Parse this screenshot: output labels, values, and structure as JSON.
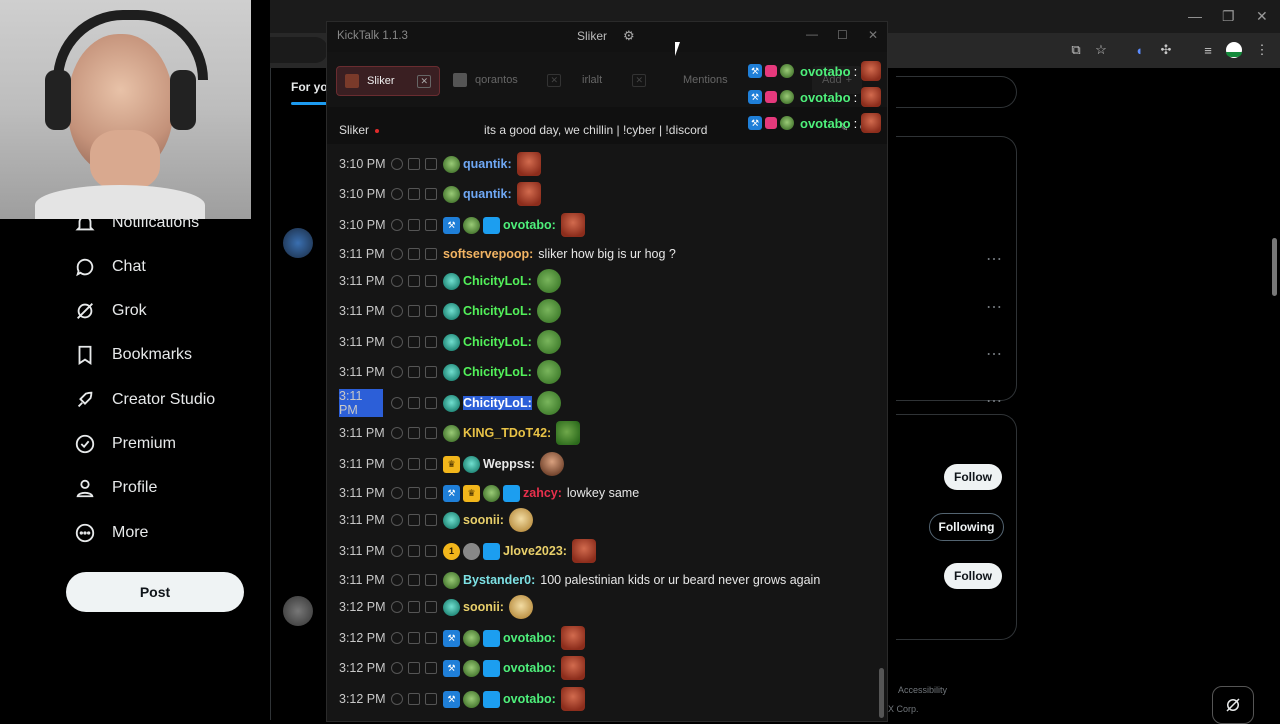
{
  "x_nav": {
    "notifications": "Notifications",
    "chat": "Chat",
    "grok": "Grok",
    "bookmarks": "Bookmarks",
    "creator_studio": "Creator Studio",
    "premium": "Premium",
    "profile": "Profile",
    "more": "More",
    "post": "Post"
  },
  "feed": {
    "tab_for_you": "For you"
  },
  "right_col": {
    "follow1": "Follow",
    "following": "Following",
    "follow2": "Follow",
    "footer_accessibility": "Accessibility",
    "footer_corp": "X Corp."
  },
  "kicktalk": {
    "title": "KickTalk 1.1.3",
    "user": "Sliker",
    "tabs": [
      {
        "label": "Sliker"
      },
      {
        "label": "qorantos"
      },
      {
        "label": "irlalt"
      },
      {
        "label": "Mentions"
      }
    ],
    "add_label": "Add",
    "streamer": "Sliker",
    "stream_title": "its a good day, we chillin | !cyber | !discord",
    "popups": [
      {
        "user": "ovotabo",
        "suffix": ":"
      },
      {
        "user": "ovotabo",
        "suffix": ":"
      },
      {
        "user": "ovotabo",
        "suffix": ":"
      }
    ],
    "messages": [
      {
        "time": "3:10 PM",
        "user": "quantik:",
        "color": "#6fa8f5",
        "text": ""
      },
      {
        "time": "3:10 PM",
        "user": "quantik:",
        "color": "#6fa8f5",
        "text": ""
      },
      {
        "time": "3:10 PM",
        "user": "ovotabo:",
        "color": "#4ef07b",
        "text": ""
      },
      {
        "time": "3:11 PM",
        "user": "softservepoop:",
        "color": "#f2b463",
        "text": "sliker how big is ur hog ?"
      },
      {
        "time": "3:11 PM",
        "user": "ChicityLoL:",
        "color": "#53f25a",
        "text": ""
      },
      {
        "time": "3:11 PM",
        "user": "ChicityLoL:",
        "color": "#53f25a",
        "text": ""
      },
      {
        "time": "3:11 PM",
        "user": "ChicityLoL:",
        "color": "#53f25a",
        "text": ""
      },
      {
        "time": "3:11 PM",
        "user": "ChicityLoL:",
        "color": "#53f25a",
        "text": ""
      },
      {
        "time": "3:11 PM",
        "user": "ChicityLoL:",
        "color": "#ffffff",
        "text": ""
      },
      {
        "time": "3:11 PM",
        "user": "KING_TDoT42:",
        "color": "#e8c246",
        "text": ""
      },
      {
        "time": "3:11 PM",
        "user": "Weppss:",
        "color": "#e7e7e7",
        "text": ""
      },
      {
        "time": "3:11 PM",
        "user": "zahcy:",
        "color": "#e8304c",
        "text": "lowkey same"
      },
      {
        "time": "3:11 PM",
        "user": "soonii:",
        "color": "#e8cf6a",
        "text": ""
      },
      {
        "time": "3:11 PM",
        "user": "Jlove2023:",
        "color": "#e8cf6a",
        "text": ""
      },
      {
        "time": "3:11 PM",
        "user": "Bystander0:",
        "color": "#7de1e4",
        "text": "100 palestinian kids or ur beard never grows again"
      },
      {
        "time": "3:12 PM",
        "user": "soonii:",
        "color": "#e8cf6a",
        "text": ""
      },
      {
        "time": "3:12 PM",
        "user": "ovotabo:",
        "color": "#4ef07b",
        "text": ""
      },
      {
        "time": "3:12 PM",
        "user": "ovotabo:",
        "color": "#4ef07b",
        "text": ""
      },
      {
        "time": "3:12 PM",
        "user": "ovotabo:",
        "color": "#4ef07b",
        "text": ""
      }
    ]
  },
  "colors": {
    "kick_bg": "#151515",
    "highlight": "#2c5fd8",
    "tab_active": "#3a1f22"
  }
}
